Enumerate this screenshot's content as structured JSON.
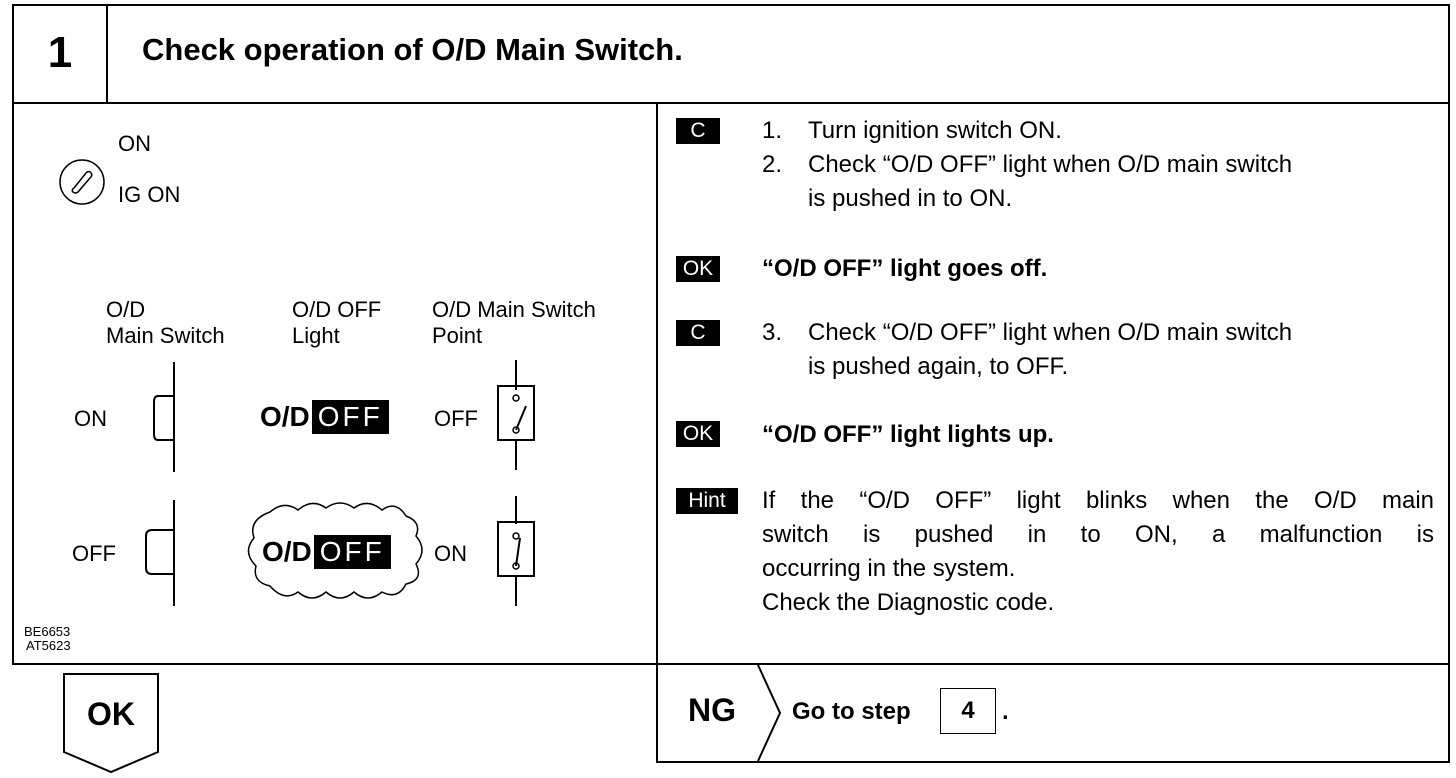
{
  "header": {
    "step_number": "1",
    "title": "Check operation of O/D Main Switch."
  },
  "figure": {
    "ignition": {
      "on_label": "ON",
      "ig_label": "IG ON"
    },
    "columns": {
      "main_switch": [
        "O/D",
        "Main Switch"
      ],
      "light": [
        "O/D OFF",
        "Light"
      ],
      "point": [
        "O/D Main Switch",
        "Point"
      ]
    },
    "rows": [
      {
        "switch_state": "ON",
        "lamp_od": "O/D",
        "lamp_off": "OFF",
        "point_state": "OFF"
      },
      {
        "switch_state": "OFF",
        "lamp_od": "O/D",
        "lamp_off": "OFF",
        "point_state": "ON"
      }
    ],
    "figure_codes": [
      "BE6653",
      "AT5623"
    ]
  },
  "procedure": [
    {
      "tag": "C",
      "type": "check",
      "lines": [
        {
          "num": "1.",
          "text": "Turn ignition switch ON."
        },
        {
          "num": "2.",
          "text": "Check “O/D OFF” light when O/D main switch",
          "cont": "is pushed in to ON."
        }
      ]
    },
    {
      "tag": "OK",
      "type": "ok",
      "text": "“O/D OFF” light goes off."
    },
    {
      "tag": "C",
      "type": "check",
      "lines": [
        {
          "num": "3.",
          "text": "Check “O/D OFF” light when O/D main switch",
          "cont": "is pushed again, to OFF."
        }
      ]
    },
    {
      "tag": "OK",
      "type": "ok",
      "text": "“O/D OFF” light lights up."
    },
    {
      "tag": "Hint",
      "type": "hint",
      "lines": [
        "If the “O/D OFF” light blinks when the O/D main",
        "switch is pushed in to ON, a malfunction is",
        "occurring in the system.",
        "Check the Diagnostic code."
      ]
    }
  ],
  "footer": {
    "ok_label": "OK",
    "ng_label": "NG",
    "goto_text": "Go to step",
    "goto_step": "4",
    "goto_end": "."
  }
}
